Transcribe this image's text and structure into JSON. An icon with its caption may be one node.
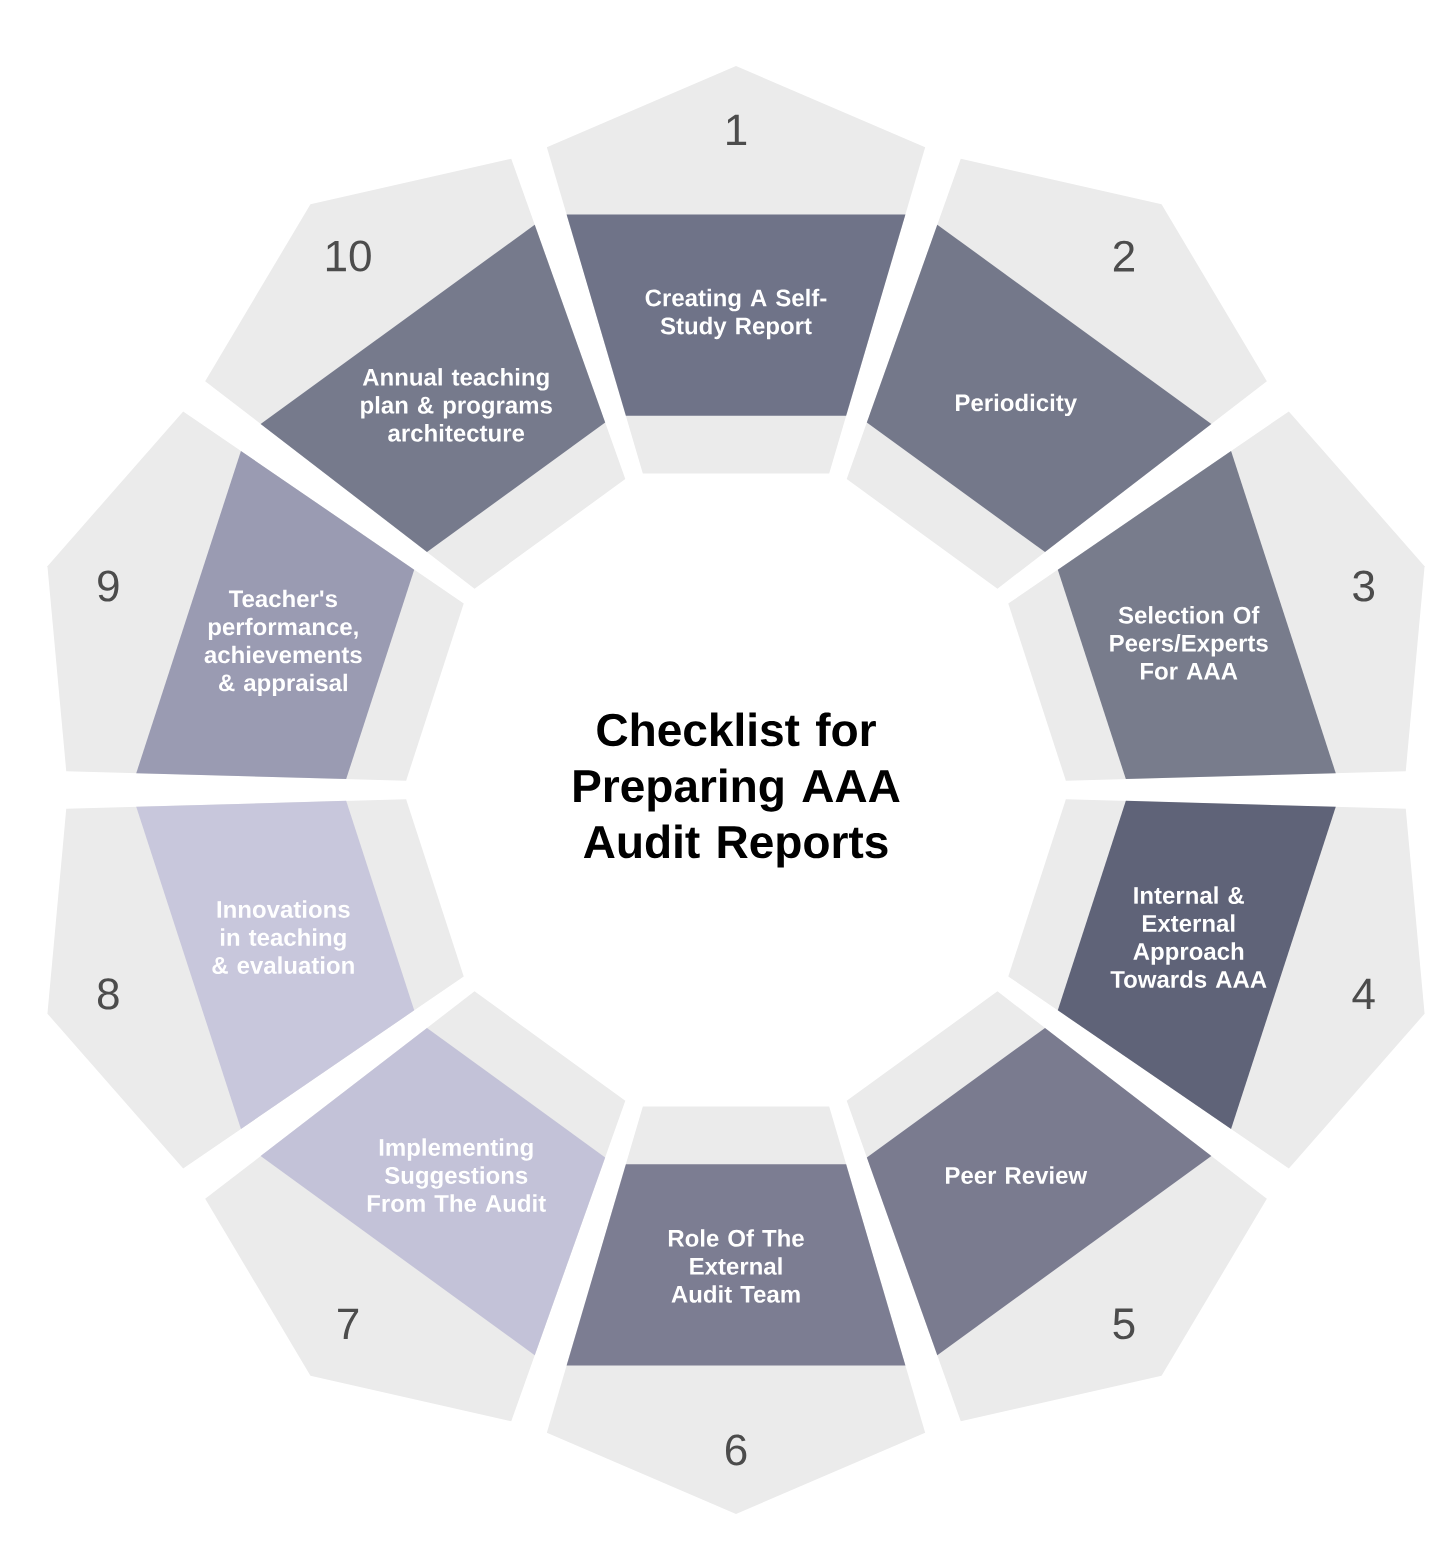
{
  "diagram": {
    "title": "Checklist for Preparing AAA Audit Reports",
    "nodes": [
      {
        "text": [
          "1",
          "Creating A Self-Study Report"
        ]
      },
      {
        "text": [
          "2",
          "Periodicity"
        ]
      },
      {
        "text": [
          "3",
          "Selection Of Peers/Experts For AAA"
        ]
      },
      {
        "text": [
          "Internal & External Approach Towards AAA",
          "4"
        ]
      },
      {
        "text": [
          "Peer Review",
          "5"
        ]
      },
      {
        "text": [
          "Role Of The External Audit Team",
          "6"
        ]
      },
      {
        "text": [
          "Implementing Suggestions From The Audit",
          "7"
        ]
      },
      {
        "text": [
          "Innovations in teaching & evaluation",
          "8"
        ]
      },
      {
        "text": [
          "9",
          "Teacher's performance, achievements & appraisal"
        ]
      },
      {
        "text": [
          "10",
          "Annual teaching plan & programs architecture"
        ]
      }
    ]
  }
}
